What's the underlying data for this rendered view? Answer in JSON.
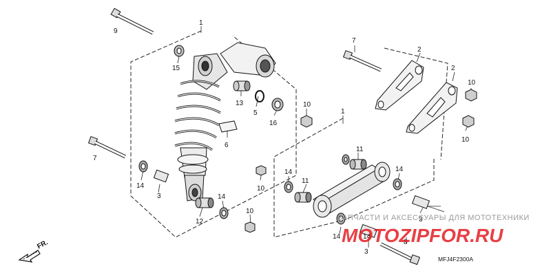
{
  "diagram": {
    "part_labels": [
      {
        "id": "lbl-1a",
        "text": "1"
      },
      {
        "id": "lbl-15",
        "text": "15"
      },
      {
        "id": "lbl-9",
        "text": "9"
      },
      {
        "id": "lbl-13",
        "text": "13"
      },
      {
        "id": "lbl-5",
        "text": "5"
      },
      {
        "id": "lbl-16",
        "text": "16"
      },
      {
        "id": "lbl-6",
        "text": "6"
      },
      {
        "id": "lbl-7a",
        "text": "7"
      },
      {
        "id": "lbl-14a",
        "text": "14"
      },
      {
        "id": "lbl-3a",
        "text": "3"
      },
      {
        "id": "lbl-12",
        "text": "12"
      },
      {
        "id": "lbl-14b",
        "text": "14"
      },
      {
        "id": "lbl-10a",
        "text": "10"
      },
      {
        "id": "lbl-10b",
        "text": "10"
      },
      {
        "id": "lbl-10c",
        "text": "10"
      },
      {
        "id": "lbl-1b",
        "text": "1"
      },
      {
        "id": "lbl-7b",
        "text": "7"
      },
      {
        "id": "lbl-2a",
        "text": "2"
      },
      {
        "id": "lbl-2b",
        "text": "2"
      },
      {
        "id": "lbl-10d",
        "text": "10"
      },
      {
        "id": "lbl-10e",
        "text": "10"
      },
      {
        "id": "lbl-11a",
        "text": "11"
      },
      {
        "id": "lbl-14c",
        "text": "14"
      },
      {
        "id": "lbl-11b",
        "text": "11"
      },
      {
        "id": "lbl-14d",
        "text": "14"
      },
      {
        "id": "lbl-14e",
        "text": "14"
      },
      {
        "id": "lbl-3b",
        "text": "3"
      },
      {
        "id": "lbl-14f",
        "text": "14"
      },
      {
        "id": "lbl-3c",
        "text": "3"
      },
      {
        "id": "lbl-8",
        "text": "8"
      }
    ],
    "direction_label": "FR.",
    "part_code": "MFJ4F2300A"
  },
  "watermark": {
    "tagline": "ЗАПЧАСТИ И АКСЕССУАРЫ ДЛЯ МОТОТЕХНИКИ",
    "brand": "MOTOZIPFOR.RU",
    "brand_color": "#e31e24"
  }
}
